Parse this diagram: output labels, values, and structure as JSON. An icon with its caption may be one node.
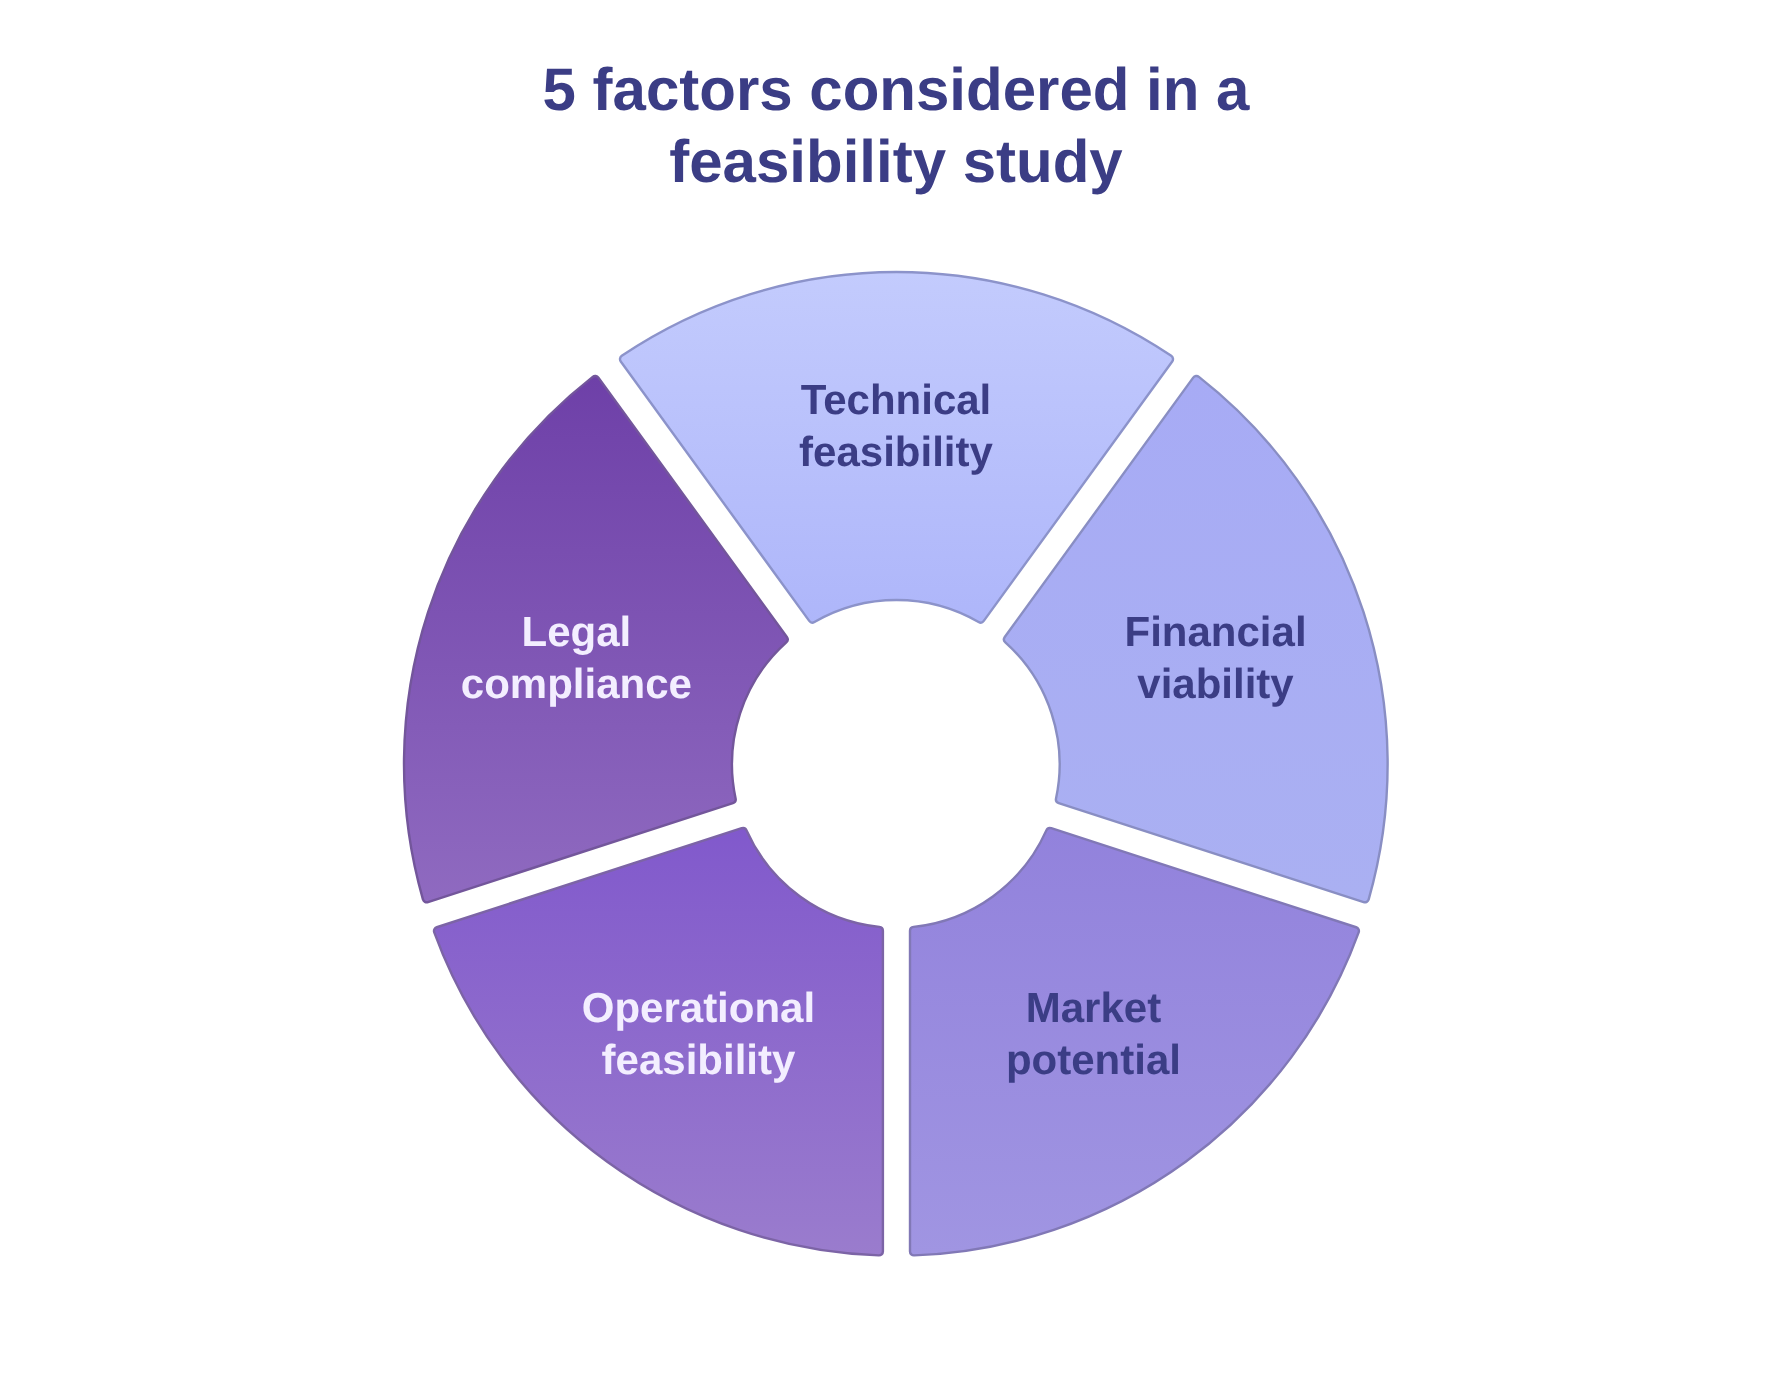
{
  "diagram": {
    "title": "5 factors considered in a feasibility study",
    "nodes": [
      {
        "text": [
          "Technical feasibility"
        ]
      },
      {
        "text": [
          "Financial viability"
        ]
      },
      {
        "text": [
          "Market potential"
        ]
      },
      {
        "text": [
          "Operational feasibility"
        ]
      },
      {
        "text": [
          "Legal compliance"
        ]
      }
    ]
  }
}
